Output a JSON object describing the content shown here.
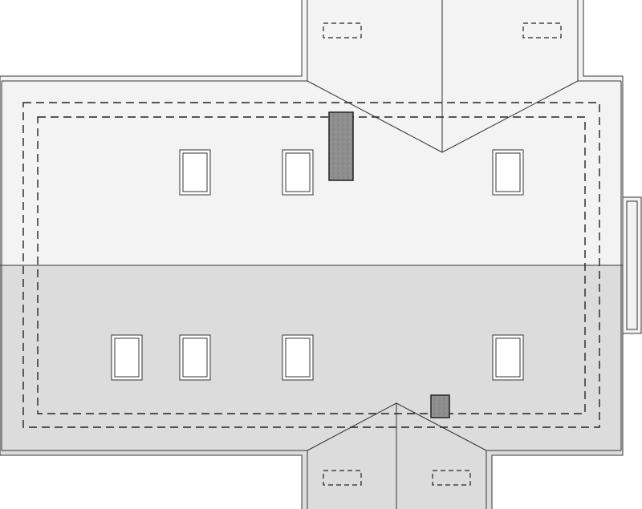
{
  "drawing": {
    "view": "roof-plan",
    "colors": {
      "upper_slope": "#f3f3f3",
      "lower_slope": "#dcdcdc",
      "outline": "#333333",
      "chimney_fill": "#8e8e8e",
      "skylight_glass": "#ffffff",
      "background": "#ffffff"
    },
    "roof_planes": [
      {
        "id": "main-upper-slope",
        "shade": "upper_slope"
      },
      {
        "id": "main-lower-slope",
        "shade": "lower_slope"
      },
      {
        "id": "north-dormer",
        "shade": "upper_slope"
      },
      {
        "id": "south-dormer",
        "shade": "lower_slope"
      }
    ],
    "skylights": {
      "upper_count": 3,
      "lower_count": 4
    },
    "chimneys": 2,
    "dormer_vents": 4,
    "side_bay": 1
  }
}
